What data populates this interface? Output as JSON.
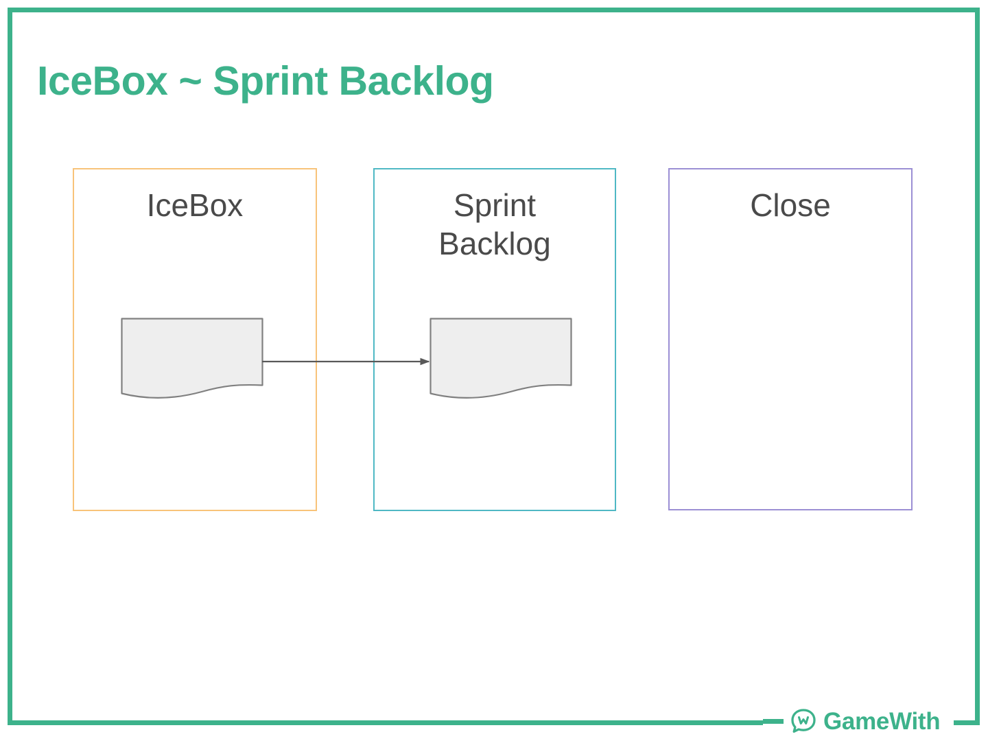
{
  "slide": {
    "title": "IceBox ~ Sprint Backlog",
    "accent_color": "#3DB28B",
    "background_color": "#FFFFFF",
    "frame_color": "#3DB28B"
  },
  "lanes": [
    {
      "id": "icebox",
      "label": "IceBox",
      "border_color": "#F8C379",
      "label_color": "#4A4A4A",
      "has_card": true
    },
    {
      "id": "sprint-backlog",
      "label": "Sprint\nBacklog",
      "label_line1": "Sprint",
      "label_line2": "Backlog",
      "border_color": "#4FB8C4",
      "label_color": "#4A4A4A",
      "has_card": true
    },
    {
      "id": "close",
      "label": "Close",
      "border_color": "#9B8FD4",
      "label_color": "#4A4A4A",
      "has_card": false
    }
  ],
  "cards": [
    {
      "id": "icebox-card",
      "shape": "document",
      "fill_color": "#EEEEEE",
      "stroke_color": "#808080",
      "label": ""
    },
    {
      "id": "sprint-backlog-card",
      "shape": "document",
      "fill_color": "#EEEEEE",
      "stroke_color": "#808080",
      "label": ""
    }
  ],
  "connector": {
    "id": "icebox-to-sprint-backlog",
    "from": "icebox-card",
    "to": "sprint-backlog-card",
    "style": "solid-arrow",
    "color": "#595959",
    "label": ""
  },
  "footer": {
    "brand_name": "GameWith",
    "brand_color": "#3DB28B",
    "mark_icon": "speech-bubble-crown-icon"
  }
}
